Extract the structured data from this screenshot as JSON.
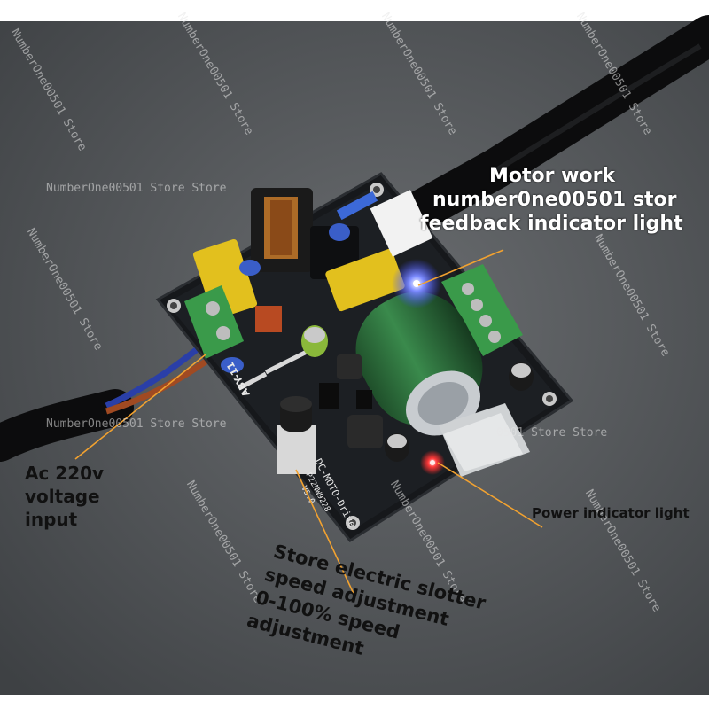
{
  "annotations": {
    "motor_work_line1": "Motor work",
    "motor_work_line2": "number0ne00501 stor",
    "motor_work_line3": "feedback indicator light",
    "ac_line1": "Ac 220v",
    "ac_line2": "voltage",
    "ac_line3": "input",
    "power_indicator": "Power indicator light",
    "speed_line1": "Store electric slotter",
    "speed_line2": "speed adjustment",
    "speed_line3": "0-100% speed",
    "speed_line4": "adjustment"
  },
  "watermarks": {
    "store_store": "NumberOne00501 Store Store",
    "store_store_right": "0501 Store Store",
    "store": "NumberOne00501 Store"
  },
  "board_print": {
    "model": "DC-MOTO-Drive",
    "code": "P22NW9228",
    "version": "V5.0",
    "brand": "ABY-11"
  },
  "colors": {
    "background_gray": "#55585b",
    "pcb_black": "#16181b",
    "terminal_green": "#3a9a4a",
    "capacitor_yellow": "#e2c01e",
    "electrolytic_green": "#2c6a3a",
    "callout_orange": "#f2a230",
    "led_blue": "#5a6cff",
    "led_red": "#ff3030"
  }
}
